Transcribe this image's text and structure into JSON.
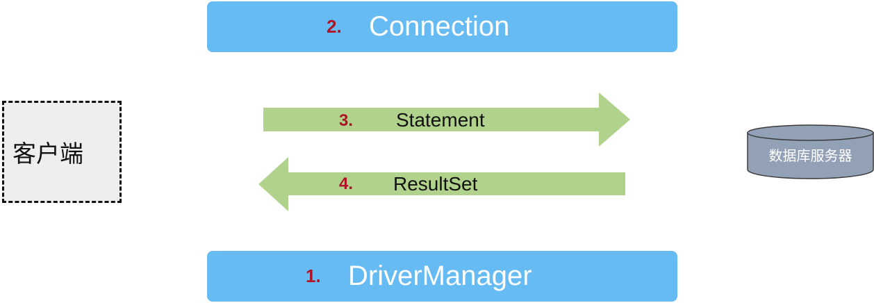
{
  "steps": {
    "connection": {
      "number": "2.",
      "label": "Connection"
    },
    "driver_manager": {
      "number": "1.",
      "label": "DriverManager"
    },
    "statement": {
      "number": "3.",
      "label": "Statement"
    },
    "result_set": {
      "number": "4.",
      "label": "ResultSet"
    }
  },
  "client": {
    "label": "客户端"
  },
  "database": {
    "label": "数据库服务器"
  },
  "colors": {
    "bar_blue": "#66bbf3",
    "arrow_green": "#b0d28c",
    "step_red": "#b01325",
    "db_fill": "#92a1b6",
    "client_fill": "#eeeeee"
  }
}
